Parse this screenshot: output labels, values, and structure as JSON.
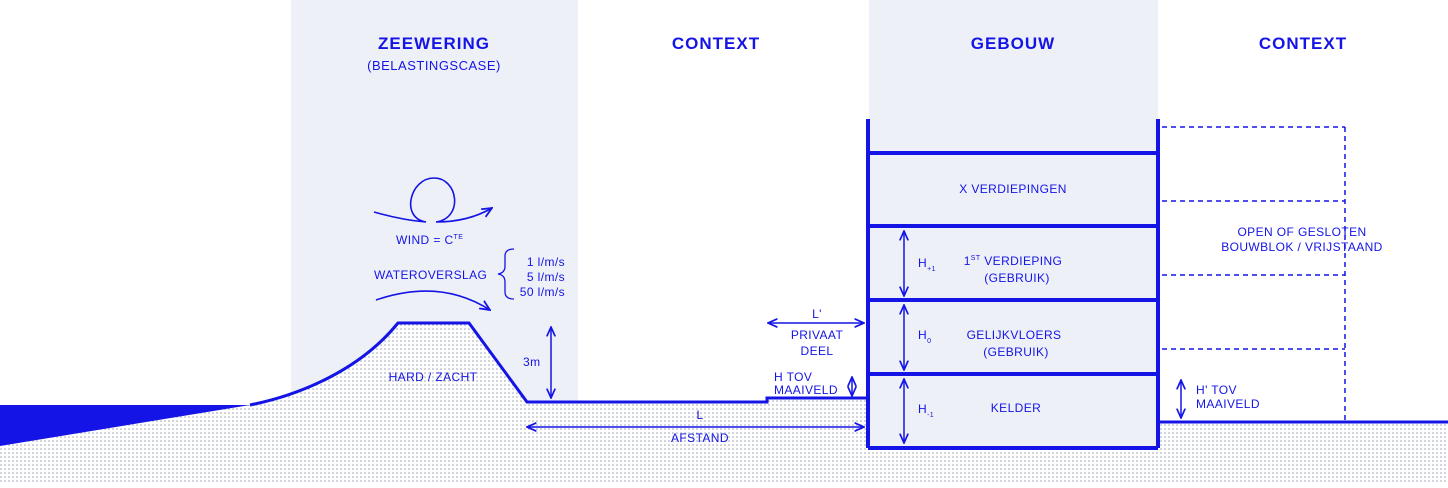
{
  "colors": {
    "accent": "#1414e6",
    "panel": "#eef0f8",
    "ground_dots": "#9aa0b4"
  },
  "headers": {
    "zeewering": "ZEEWERING",
    "belastingscase": "(BELASTINGSCASE)",
    "context_left": "CONTEXT",
    "gebouw": "GEBOUW",
    "context_right": "CONTEXT"
  },
  "seawall": {
    "wind": "WIND = C",
    "wind_sup": "TE",
    "wateroverslag": "WATEROVERSLAG",
    "rates": [
      "1 l/m/s",
      "5 l/m/s",
      "50 l/m/s"
    ],
    "dike_label": "HARD / ZACHT",
    "height": "3m"
  },
  "context": {
    "l_prime": "L'",
    "privaat": "PRIVAAT",
    "deel": "DEEL",
    "h_tov": "H  TOV",
    "maaiveld": "MAAIVELD",
    "l": "L",
    "afstand": "AFSTAND"
  },
  "building": {
    "x_verdiepingen": "X VERDIEPINGEN",
    "first_num": "1",
    "first_sup": "ST",
    "first_rest": " VERDIEPING",
    "gebruik": "(GEBRUIK)",
    "gelijkvloers": "GELIJKVLOERS",
    "kelder": "KELDER",
    "h_plus1_base": "H",
    "h_plus1_sub": "+1",
    "h0_base": "H",
    "h0_sub": "0",
    "hmin1_base": "H",
    "hmin1_sub": "-1"
  },
  "context_right": {
    "open_of_gesloten": "OPEN OF GESLOTEN",
    "bouwblok": "BOUWBLOK / VRIJSTAAND",
    "h_prime_tov": "H' TOV",
    "maaiveld": "MAAIVELD"
  }
}
